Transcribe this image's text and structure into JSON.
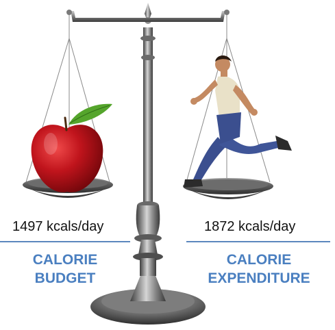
{
  "left": {
    "value": "1497 kcals/day",
    "title_line1": "CALORIE",
    "title_line2": "BUDGET",
    "item": "apple-icon"
  },
  "right": {
    "value": "1872 kcals/day",
    "title_line1": "CALORIE",
    "title_line2": "EXPENDITURE",
    "item": "runner-icon"
  },
  "colors": {
    "title": "#4a7fc0",
    "rule": "#5b87bd",
    "metal_dark": "#4f4f4f",
    "metal_light": "#c9c9c9",
    "apple_red": "#c0141c",
    "leaf_green": "#55a52c"
  }
}
